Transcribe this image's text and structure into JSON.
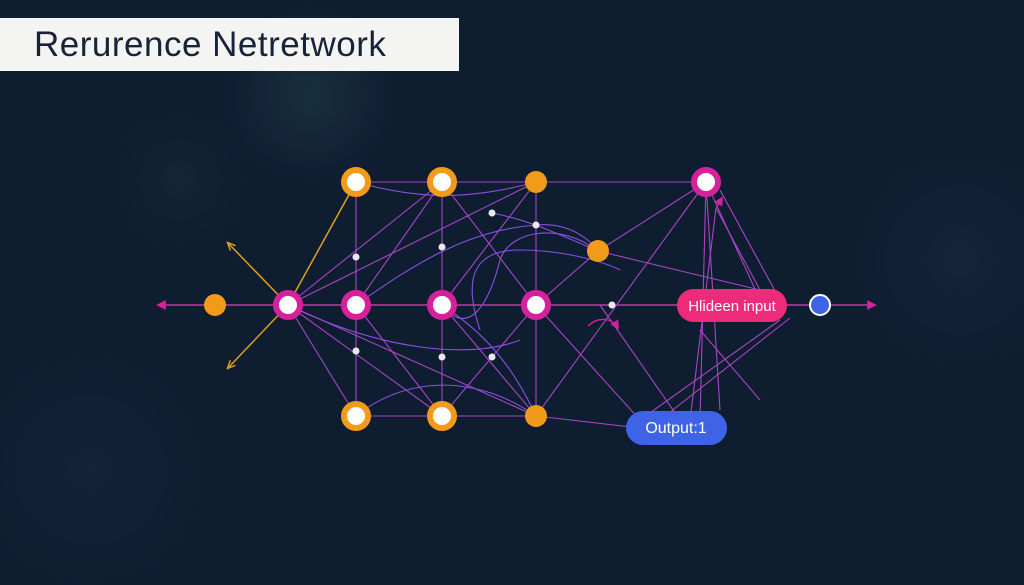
{
  "title": "Rerurence Netretwork",
  "labels": {
    "hidden": "Hlideen input",
    "output": "Output:1"
  },
  "colors": {
    "background": "#0f1d31",
    "magenta": "#d6219c",
    "orange": "#f29a1a",
    "blue": "#3f63e6",
    "pink_pill": "#ee2a7b",
    "edge": "#b040c8",
    "arrow_gold": "#d8a11e"
  }
}
